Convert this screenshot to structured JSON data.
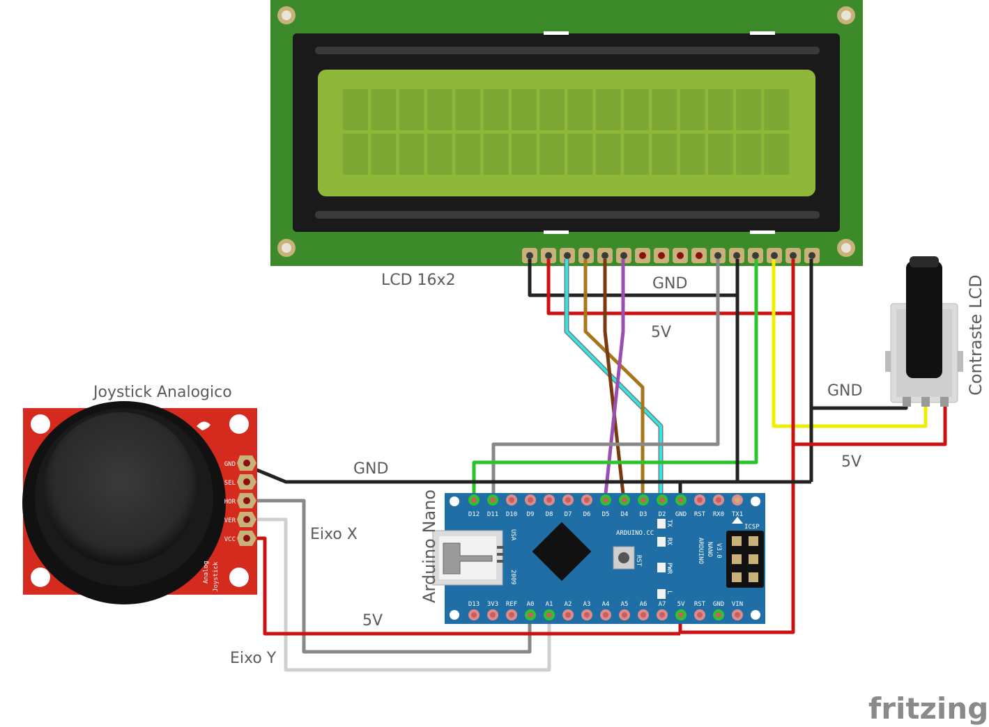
{
  "labels": {
    "lcd": "LCD 16x2",
    "joystick": "Joystick Analogico",
    "arduino": "Arduino Nano",
    "contrast": "Contraste LCD",
    "eixo_x": "Eixo X",
    "eixo_y": "Eixo Y",
    "gnd_lcd": "GND",
    "v5_lcd": "5V",
    "gnd_pot": "GND",
    "v5_pot": "5V",
    "gnd_main": "GND",
    "v5_main": "5V"
  },
  "joystick_pins": [
    "GND",
    "SEL",
    "HOR",
    "VER",
    "VCC"
  ],
  "joystick_board_text": [
    "Analog",
    "Joystick"
  ],
  "nano": {
    "top_pins": [
      "D12",
      "D11",
      "D10",
      "D9",
      "D8",
      "D7",
      "D6",
      "D5",
      "D4",
      "D3",
      "D2",
      "GND",
      "RST",
      "RX0",
      "TX1"
    ],
    "bottom_pins": [
      "D13",
      "3V3",
      "REF",
      "A0",
      "A1",
      "A2",
      "A3",
      "A4",
      "A5",
      "A6",
      "A7",
      "5V",
      "RST",
      "GND",
      "VIN"
    ],
    "site": "ARDUINO.CC",
    "model": [
      "ARDUINO",
      "NANO",
      "V3.0"
    ],
    "usa": "USA",
    "year": "2009",
    "rst": "RST",
    "icsp": "ICSP",
    "leds": [
      "TX",
      "RX",
      "PWR",
      "L"
    ]
  },
  "brand": "fritzing",
  "colors": {
    "lcd_board": "#3d8a2a",
    "lcd_screen": "#8fb83a",
    "joystick_board": "#d52b1e",
    "nano_board": "#1f6fa6",
    "wire_red": "#cc1111",
    "wire_black": "#222222",
    "wire_gray": "#888888",
    "wire_lightgray": "#cfcfcf",
    "wire_green": "#2bc42b",
    "wire_yellow": "#eeee00",
    "wire_cyan": "#2ee6e6",
    "wire_brown": "#7a3a10",
    "wire_gold": "#a8761a",
    "wire_purple": "#9a4fb0"
  }
}
